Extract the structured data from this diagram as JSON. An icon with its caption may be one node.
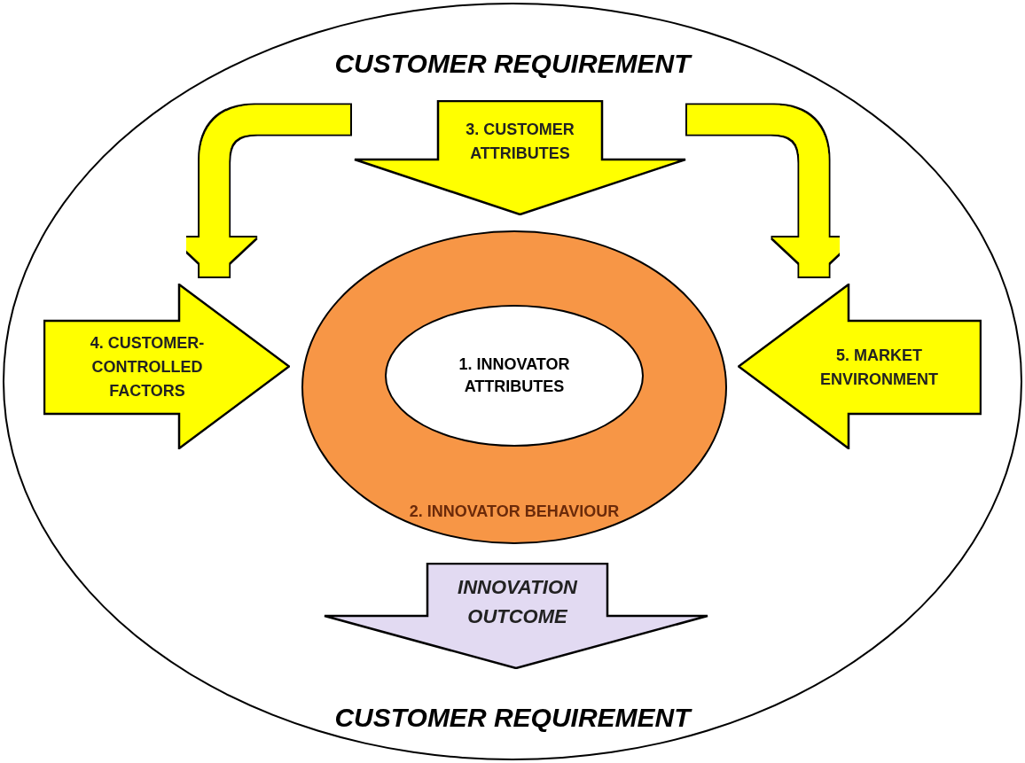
{
  "diagram": {
    "nodes": [
      {
        "text": [
          "CUSTOMER REQUIREMENT",
          "CUSTOMER REQUIREMENT"
        ]
      },
      {
        "text": [
          "2. INNOVATOR BEHAVIOUR"
        ],
        "in": 0
      },
      {
        "text": [
          "1. INNOVATOR ATTRIBUTES"
        ],
        "in": 1
      },
      {
        "text": [
          "3. CUSTOMER ATTRIBUTES"
        ],
        "in": 0
      },
      {
        "text": [
          "4. CUSTOMER-CONTROLLED FACTORS"
        ],
        "in": 0
      },
      {
        "text": [
          "5. MARKET ENVIRONMENT"
        ],
        "in": 0
      },
      {
        "text": [
          "INNOVATION OUTCOME"
        ],
        "in": 0
      }
    ],
    "edges": [
      {
        "from": 3,
        "to": 4,
        "arrow": "to"
      },
      {
        "from": 3,
        "to": 5,
        "arrow": "to"
      }
    ]
  }
}
